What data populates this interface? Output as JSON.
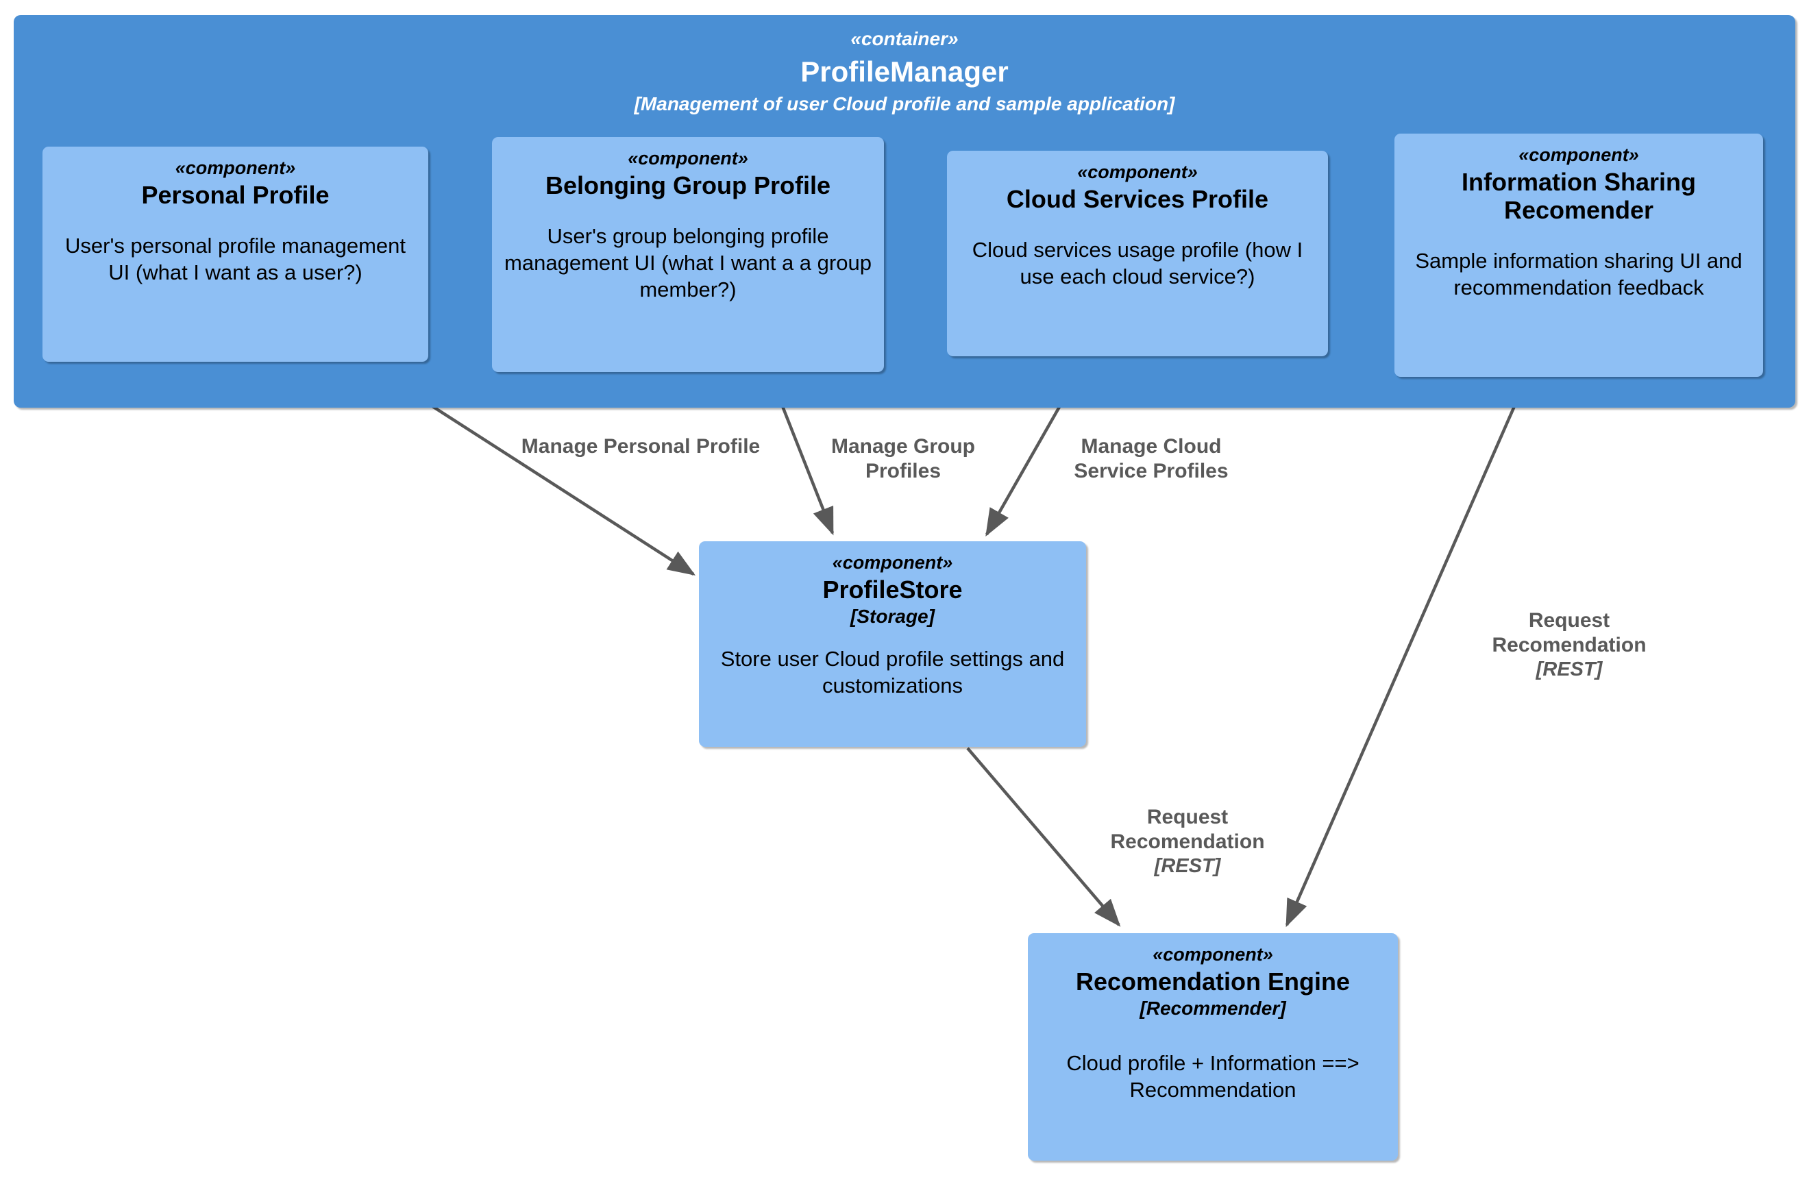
{
  "diagram": {
    "type": "c4-component-diagram",
    "background_color": "#ffffff",
    "container_color": "#4a8fd4",
    "component_color": "#8ebff4",
    "edge_color": "#595959"
  },
  "container": {
    "stereotype": "«container»",
    "name": "ProfileManager",
    "technology": "[Management of user Cloud profile and sample application]"
  },
  "components": [
    {
      "id": "personal-profile",
      "stereotype": "«component»",
      "name": "Personal Profile",
      "technology": "",
      "description": "User's personal profile management UI (what I want as a user?)"
    },
    {
      "id": "group-profile",
      "stereotype": "«component»",
      "name": "Belonging Group Profile",
      "technology": "",
      "description": "User's group belonging profile management UI (what I want a a group member?)"
    },
    {
      "id": "cloud-profile",
      "stereotype": "«component»",
      "name": "Cloud Services Profile",
      "technology": "",
      "description": "Cloud services usage profile (how I use each cloud service?)"
    },
    {
      "id": "info-recomender",
      "stereotype": "«component»",
      "name": "Information Sharing Recomender",
      "technology": "",
      "description": "Sample information sharing UI and recommendation feedback"
    },
    {
      "id": "profile-store",
      "stereotype": "«component»",
      "name": "ProfileStore",
      "technology": "[Storage]",
      "description": "Store user Cloud profile settings and customizations"
    },
    {
      "id": "rec-engine",
      "stereotype": "«component»",
      "name": "Recomendation Engine",
      "technology": "[Recommender]",
      "description": "Cloud profile + Information ==> Recommendation"
    }
  ],
  "edges": [
    {
      "id": "manage-personal-profile",
      "from": "personal-profile",
      "to": "profile-store",
      "label": "Manage Personal Profile",
      "technology": ""
    },
    {
      "id": "manage-group-profiles",
      "from": "group-profile",
      "to": "profile-store",
      "label": "Manage Group Profiles",
      "technology": ""
    },
    {
      "id": "manage-cloud-service-profiles",
      "from": "cloud-profile",
      "to": "profile-store",
      "label": "Manage Cloud Service Profiles",
      "technology": ""
    },
    {
      "id": "request-recomendation-right",
      "from": "info-recomender",
      "to": "rec-engine",
      "label": "Request Recomendation",
      "technology": "[REST]"
    },
    {
      "id": "request-recomendation-left",
      "from": "profile-store",
      "to": "rec-engine",
      "label": "Request Recomendation",
      "technology": "[REST]"
    }
  ]
}
